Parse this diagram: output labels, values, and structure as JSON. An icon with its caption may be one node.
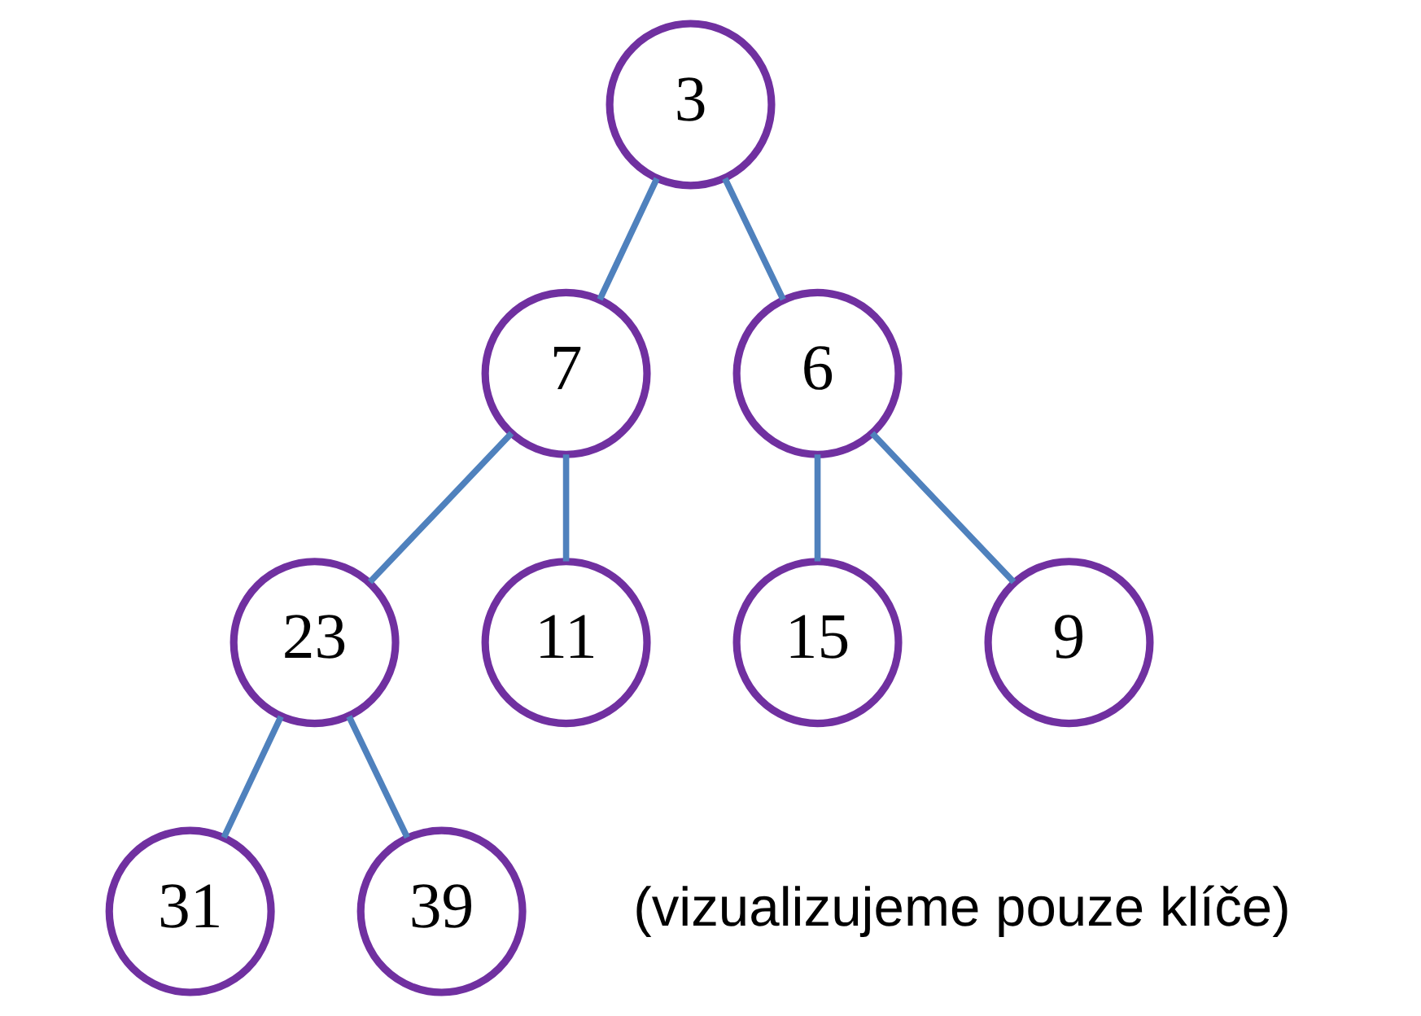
{
  "diagram": {
    "nodes": [
      {
        "text": [
          "3"
        ]
      },
      {
        "text": [
          "7"
        ]
      },
      {
        "text": [
          "6"
        ]
      },
      {
        "text": [
          "23"
        ]
      },
      {
        "text": [
          "11"
        ]
      },
      {
        "text": [
          "15"
        ]
      },
      {
        "text": [
          "9"
        ]
      },
      {
        "text": [
          "31"
        ]
      },
      {
        "text": [
          "39"
        ]
      }
    ],
    "edges": [
      {
        "from": 0,
        "to": 1,
        "arrow": "none"
      },
      {
        "from": 0,
        "to": 2,
        "arrow": "none"
      },
      {
        "from": 1,
        "to": 3,
        "arrow": "none"
      },
      {
        "from": 1,
        "to": 4,
        "arrow": "none"
      },
      {
        "from": 2,
        "to": 5,
        "arrow": "none"
      },
      {
        "from": 2,
        "to": 6,
        "arrow": "none"
      },
      {
        "from": 3,
        "to": 7,
        "arrow": "none"
      },
      {
        "from": 3,
        "to": 8,
        "arrow": "none"
      }
    ],
    "labels": [
      "(vizualizujeme pouze klíče)"
    ]
  }
}
